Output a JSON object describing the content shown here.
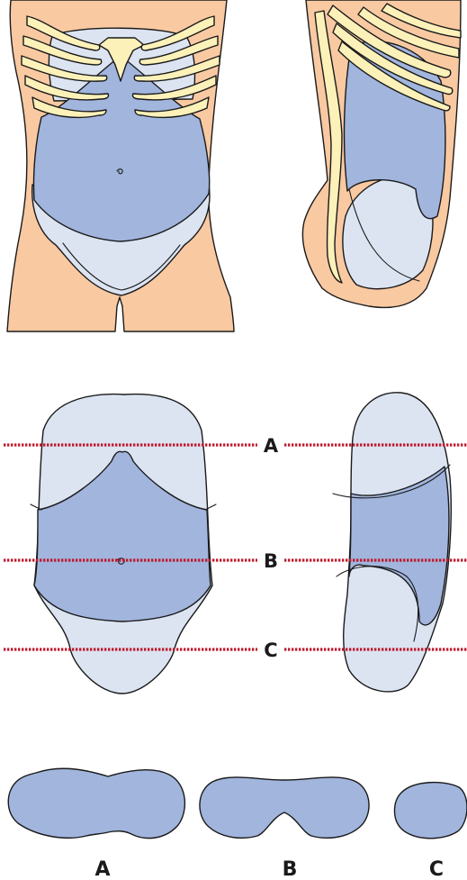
{
  "colors": {
    "skin": "#f9c9a2",
    "organ_fill": "#a1b5dd",
    "organ_light": "#dce4f2",
    "rib": "#fbf1b9",
    "outline": "#1a1a1a",
    "section_line": "#c0182a",
    "background": "#ffffff"
  },
  "section_labels": [
    {
      "key": "A",
      "label": "A"
    },
    {
      "key": "B",
      "label": "B"
    },
    {
      "key": "C",
      "label": "C"
    }
  ],
  "cross_sections": [
    {
      "key": "A",
      "label": "A"
    },
    {
      "key": "B",
      "label": "B"
    },
    {
      "key": "C",
      "label": "C"
    }
  ]
}
